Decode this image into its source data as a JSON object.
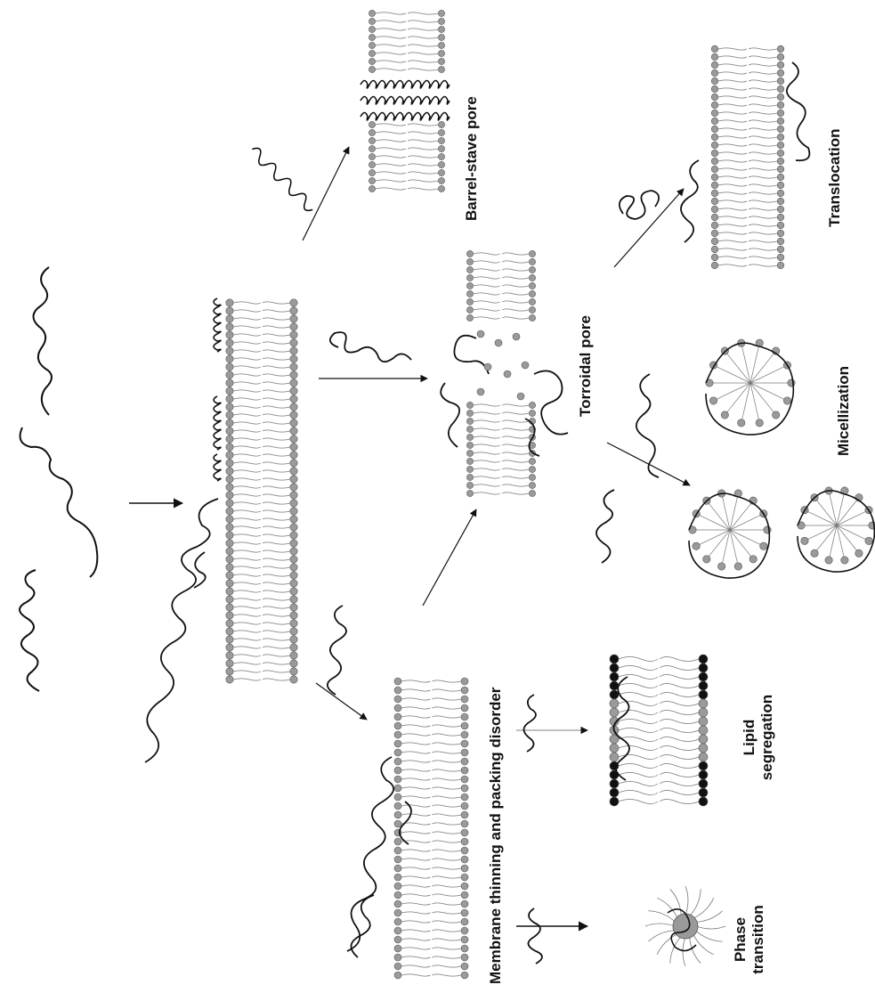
{
  "labels": {
    "barrel_stave": "Barrel-stave pore",
    "toroidal": "Torroidal pore",
    "translocation": "Translocation",
    "micellization": "Micellization",
    "membrane_thinning": "Membrane thinning and packing disorder",
    "lipid_line1": "Lipid",
    "lipid_line2": "segregation",
    "phase_line1": "Phase",
    "phase_line2": "transition"
  },
  "colors": {
    "ink": "#111111",
    "headgroup_gray": "#9a9a9a",
    "headgroup_black": "#111111",
    "tail": "#777777"
  },
  "icons": [
    "peptide-coil",
    "alpha-helix-peptide",
    "lipid-bilayer",
    "arrow",
    "micelle"
  ]
}
